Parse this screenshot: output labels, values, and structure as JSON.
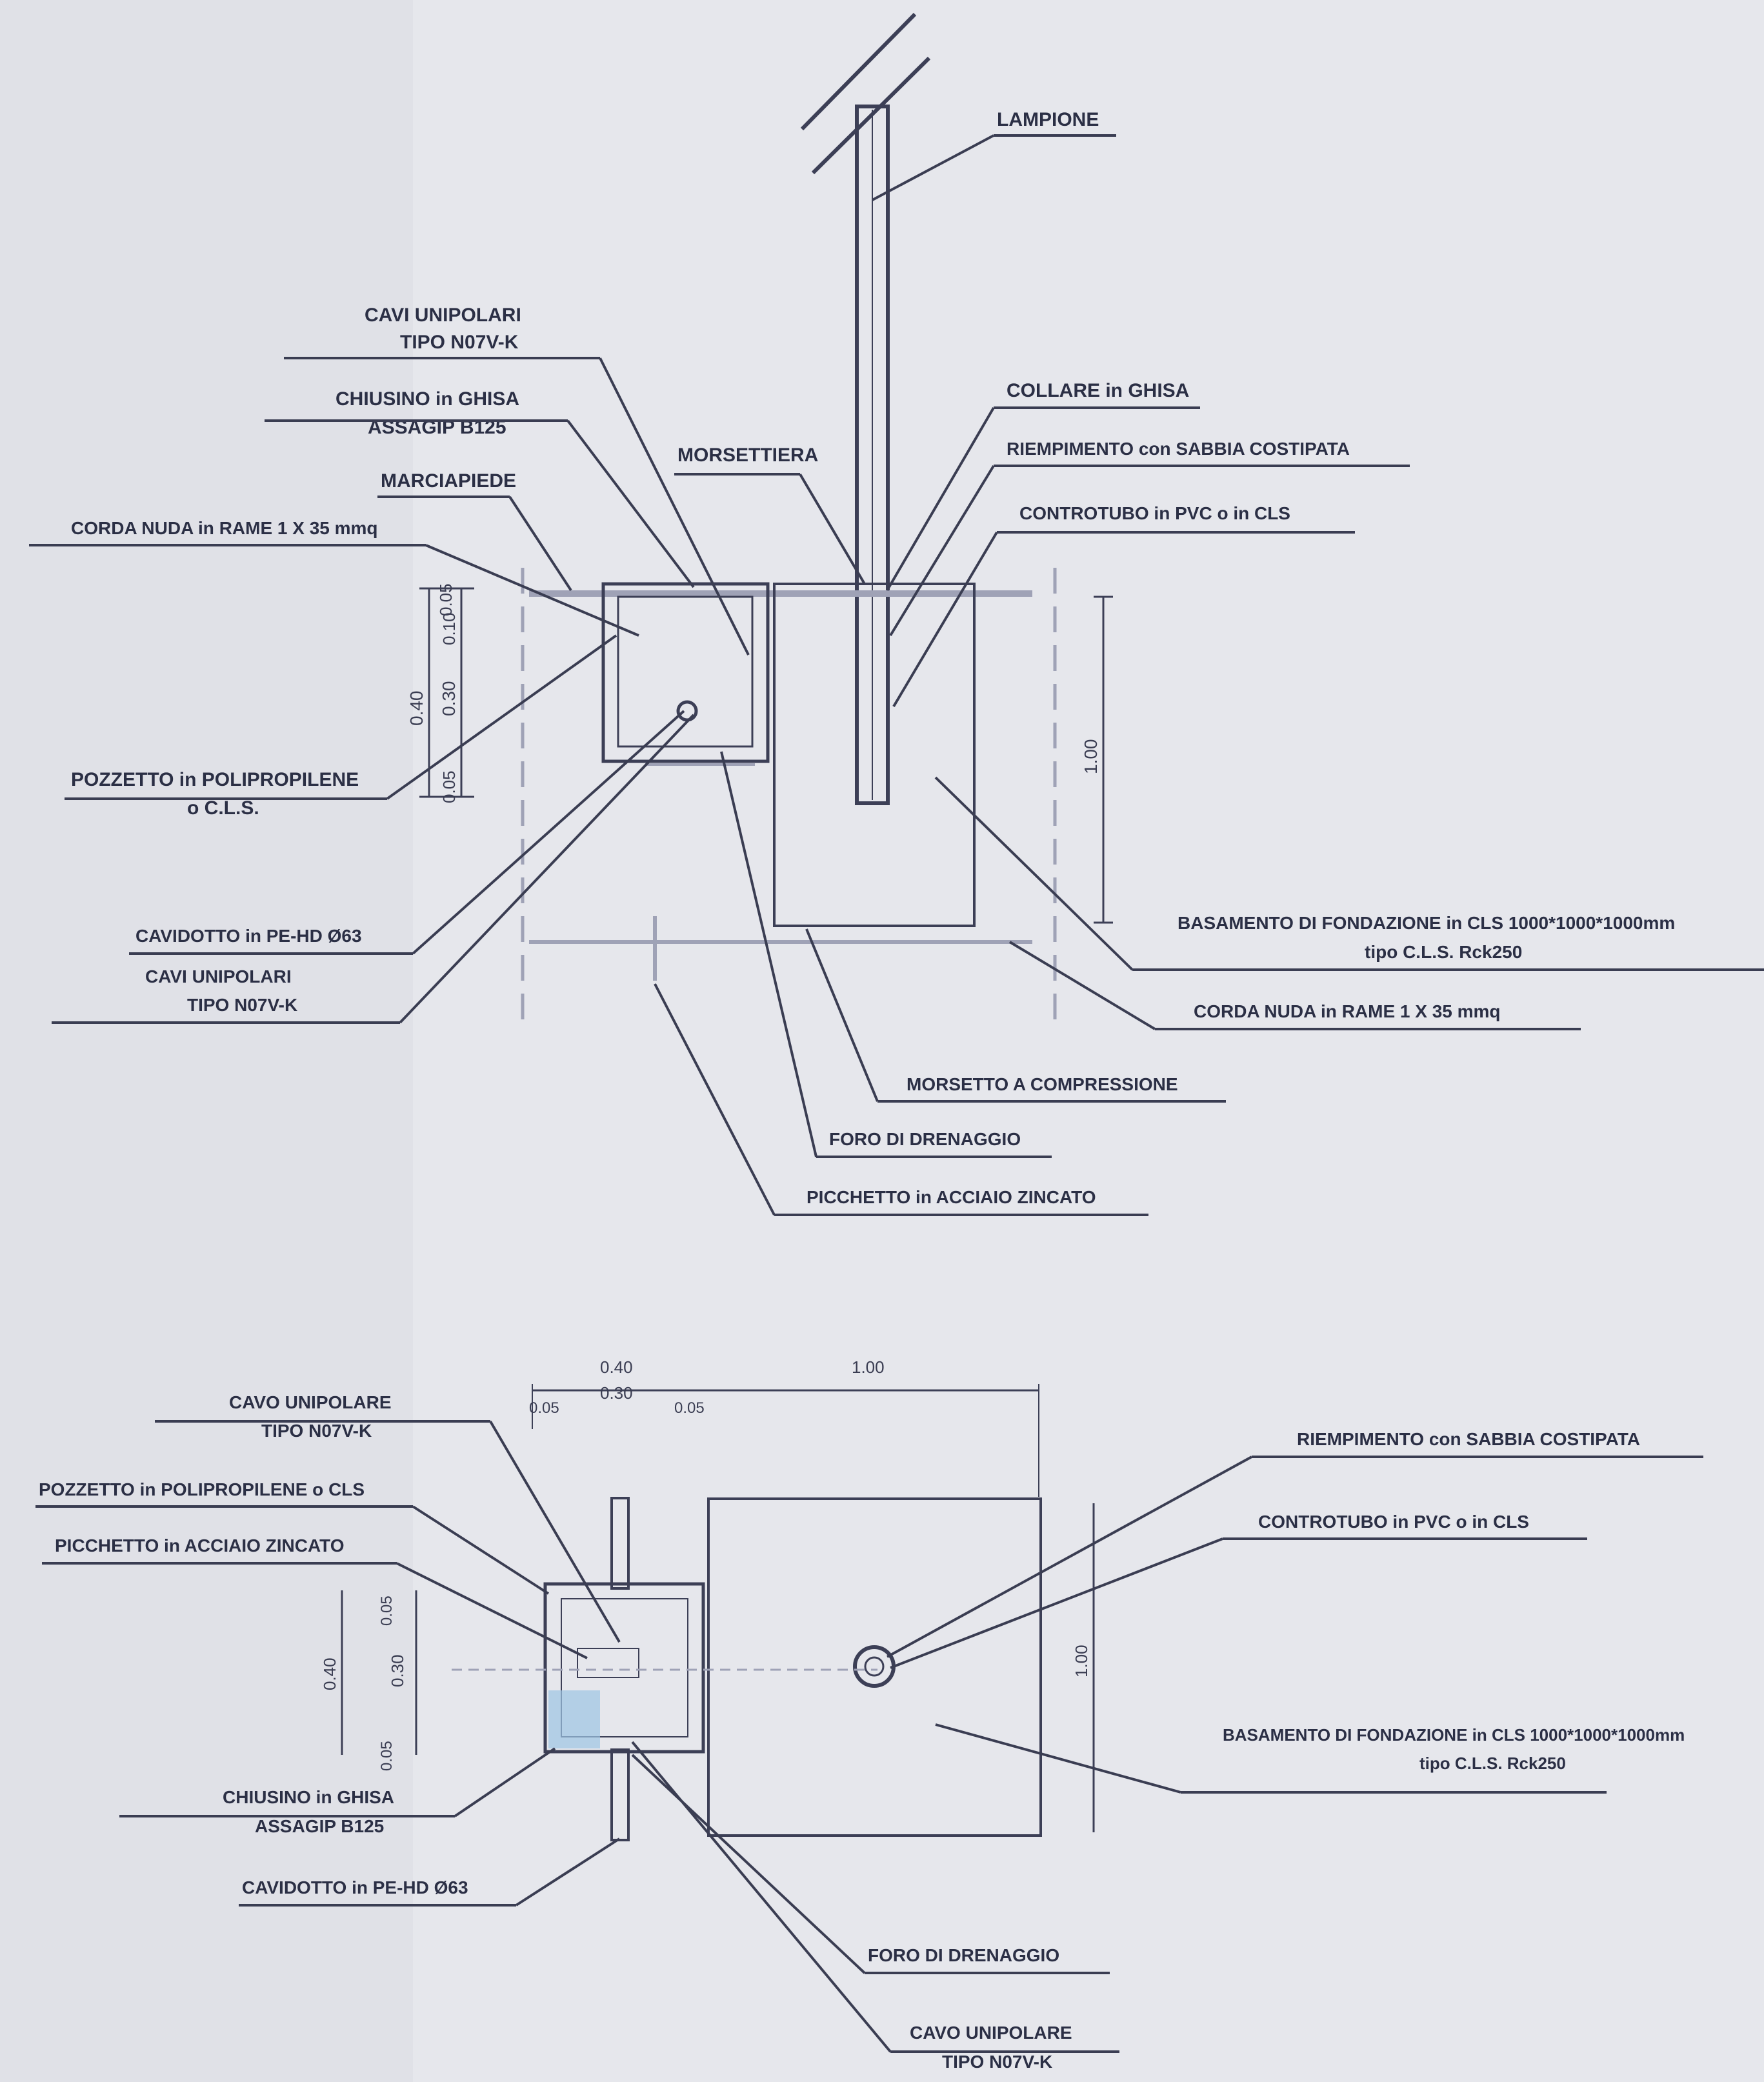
{
  "colors": {
    "paper": "#e6e7ec",
    "ink": "#2b2f45",
    "faint": "#9fa2b6",
    "blue_hatch": "#9cc4e4"
  },
  "section": {
    "labels": {
      "lampione": "LAMPIONE",
      "cavi_unipolari_top_1": "CAVI UNIPOLARI",
      "cavi_unipolari_top_2": "TIPO N07V-K",
      "chiusino_1": "CHIUSINO in GHISA",
      "chiusino_2": "ASSAGIP B125",
      "marciapiede": "MARCIAPIEDE",
      "corda_nuda_left": "CORDA NUDA in RAME 1 X 35 mmq",
      "morsettiera": "MORSETTIERA",
      "collare": "COLLARE in GHISA",
      "riempimento": "RIEMPIMENTO con SABBIA COSTIPATA",
      "controtubo": "CONTROTUBO in PVC o in CLS",
      "pozzetto_1": "POZZETTO in POLIPROPILENE",
      "pozzetto_2": "o C.L.S.",
      "cavidotto": "CAVIDOTTO in PE-HD Ø63",
      "cavi_unipolari_bot_1": "CAVI UNIPOLARI",
      "cavi_unipolari_bot_2": "TIPO N07V-K",
      "basamento_1": "BASAMENTO DI FONDAZIONE in CLS 1000*1000*1000mm",
      "basamento_2": "tipo C.L.S. Rck250",
      "corda_nuda_right": "CORDA NUDA in RAME 1 X 35 mmq",
      "morsetto": "MORSETTO A COMPRESSIONE",
      "foro": "FORO DI DRENAGGIO",
      "picchetto": "PICCHETTO in ACCIAIO ZINCATO"
    },
    "dims": {
      "d_005_top": "0.05",
      "d_010": "0.10",
      "d_040": "0.40",
      "d_030": "0.30",
      "d_005_bot": "0.05",
      "d_100": "1.00"
    }
  },
  "plan": {
    "labels": {
      "cavo_unipolare_top_1": "CAVO UNIPOLARE",
      "cavo_unipolare_top_2": "TIPO N07V-K",
      "pozzetto": "POZZETTO in POLIPROPILENE o CLS",
      "picchetto": "PICCHETTO in ACCIAIO ZINCATO",
      "riempimento": "RIEMPIMENTO con SABBIA COSTIPATA",
      "controtubo": "CONTROTUBO in PVC o in CLS",
      "basamento_1": "BASAMENTO DI FONDAZIONE in CLS 1000*1000*1000mm",
      "basamento_2": "tipo C.L.S. Rck250",
      "chiusino_1": "CHIUSINO in GHISA",
      "chiusino_2": "ASSAGIP B125",
      "cavidotto": "CAVIDOTTO in PE-HD Ø63",
      "foro": "FORO DI DRENAGGIO",
      "cavo_unipolare_bot_1": "CAVO UNIPOLARE",
      "cavo_unipolare_bot_2": "TIPO N07V-K"
    },
    "dims": {
      "top_040": "0.40",
      "top_030": "0.30",
      "top_005_left": "0.05",
      "top_005_right": "0.05",
      "top_100": "1.00",
      "side_005_top": "0.05",
      "side_040": "0.40",
      "side_030": "0.30",
      "side_005_bot": "0.05",
      "right_100": "1.00"
    }
  }
}
